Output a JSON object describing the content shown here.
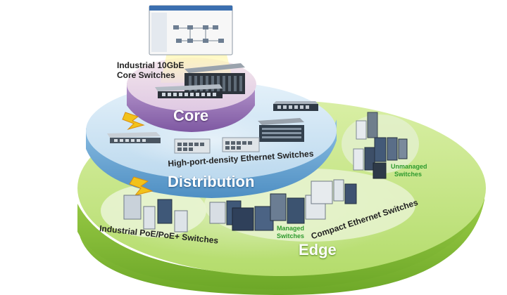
{
  "core": {
    "title": "Core",
    "caption_line1": "Industrial 10GbE",
    "caption_line2": "Core Switches"
  },
  "distribution": {
    "title": "Distribution",
    "caption": "High-port-density Ethernet Switches"
  },
  "edge": {
    "title": "Edge",
    "poe_caption": "Industrial PoE/PoE+ Switches",
    "compact_caption": "Compact Ethernet Switches",
    "managed_line1": "Managed",
    "managed_line2": "Switches",
    "unmanaged_line1": "Unmanaged",
    "unmanaged_line2": "Switches"
  },
  "colors": {
    "edge_green": "#a9d65a",
    "distribution_blue": "#7fb2d8",
    "core_purple": "#9d7ab9",
    "label_green": "#2e9a2e",
    "title_white": "#ffffff"
  },
  "icons": {
    "monitor": "network-management-monitor",
    "lightning": "lightning-bolt",
    "switch": "ethernet-switch"
  }
}
